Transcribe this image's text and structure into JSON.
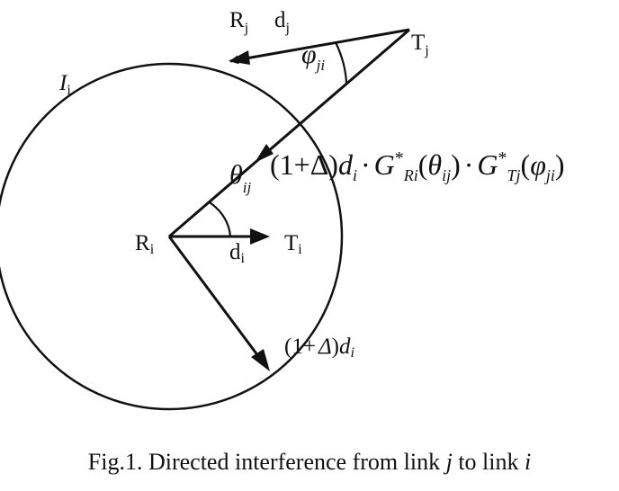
{
  "diagram": {
    "nodes": {
      "rj_label": "R",
      "rj_sub": "j",
      "dj_label": "d",
      "dj_sub": "j",
      "tj_label": "T",
      "tj_sub": "j",
      "ri_label": "R",
      "ri_sub": "i",
      "ti_label": "T",
      "ti_sub": "i",
      "di_label": "d",
      "di_sub": "i",
      "ii_label": "I",
      "ii_sub": "i"
    },
    "angles": {
      "phi_symbol": "φ",
      "phi_sub": "ji",
      "theta_symbol": "θ",
      "theta_sub": "ij"
    },
    "formula": {
      "part1": "(1+Δ)",
      "d": "d",
      "d_sub": "i",
      "dot1": "·",
      "G1": "G",
      "G1_sup": "*",
      "G1_sub": "Ri",
      "arg1_open": "(",
      "arg1_theta": "θ",
      "arg1_sub": "ij",
      "arg1_close": ")",
      "dot2": "·",
      "G2": "G",
      "G2_sup": "*",
      "G2_sub": "Tj",
      "arg2_open": "(",
      "arg2_phi": "φ",
      "arg2_sub": "ji",
      "arg2_close": ")"
    },
    "radius_label": {
      "open": "(1+",
      "delta": "Δ",
      "close": ")",
      "d": "d",
      "d_sub": "i"
    }
  },
  "caption": {
    "prefix": "Fig.1. Directed interference from link ",
    "j": "j",
    "middle": " to link ",
    "i": "i"
  }
}
